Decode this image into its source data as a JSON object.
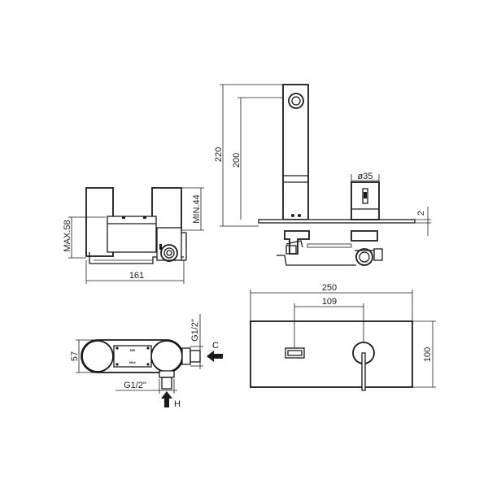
{
  "dimensions": {
    "front_width": "161",
    "front_max_depth": "MAX.58",
    "front_min_depth": "MIN.44",
    "side_height_total": "220",
    "side_height_spout": "200",
    "side_diameter": "ø35",
    "side_plate_thickness": "2",
    "plate_width": "250",
    "plate_centers": "109",
    "plate_height": "100",
    "body_depth": "57",
    "connection_cold": "G1/2\"",
    "connection_hot": "G1/2\""
  },
  "labels": {
    "cold_inlet": "C",
    "hot_inlet": "H",
    "body_mark_min": "MIN",
    "body_mark_max": "MAX"
  }
}
